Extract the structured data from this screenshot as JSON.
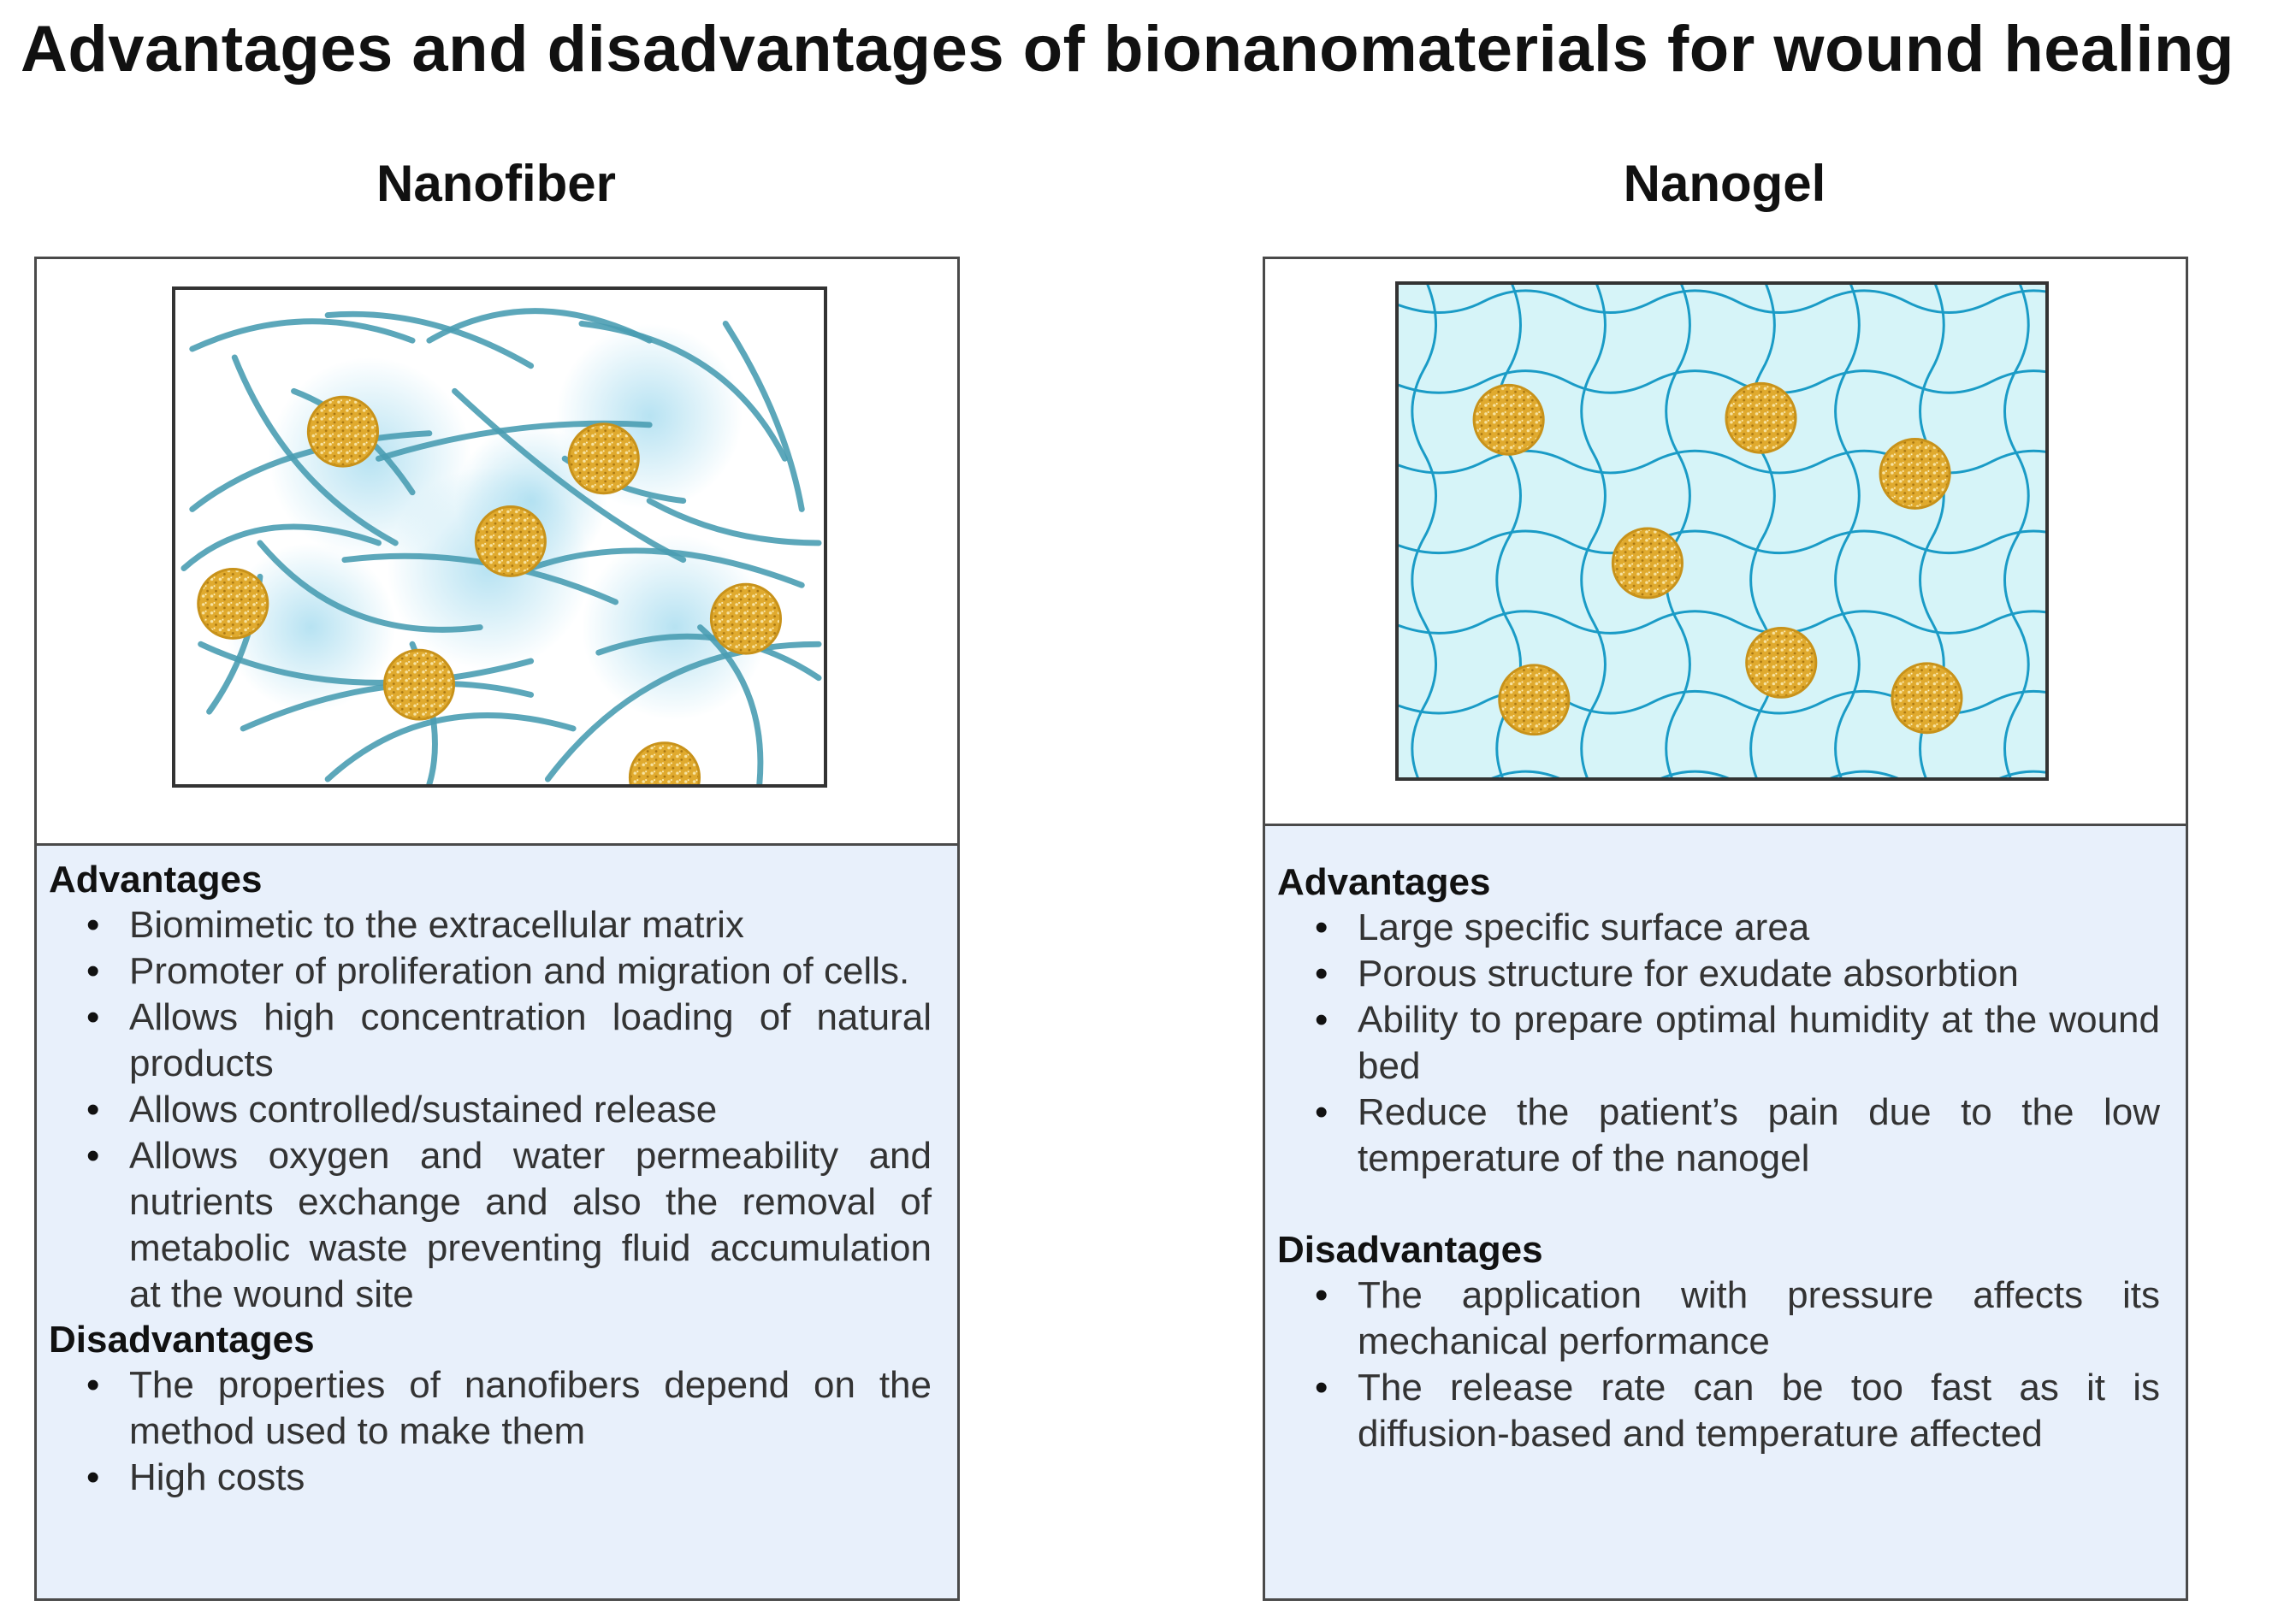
{
  "title": "Advantages and disadvantages of bionanomaterials for wound healing",
  "panels": [
    {
      "heading": "Nanofiber",
      "advantages_label": "Advantages",
      "advantages": [
        "Biomimetic to the extracellular matrix",
        "Promoter of proliferation and migration of cells.",
        "Allows high concentration loading of natural products",
        "Allows controlled/sustained release",
        "Allows oxygen and water permeability and nutrients exchange and also the removal of metabolic waste preventing fluid accumulation at the wound site"
      ],
      "disadvantages_label": "Disadvantages",
      "disadvantages": [
        "The properties of nanofibers depend on the method used to make them",
        "High costs"
      ]
    },
    {
      "heading": "Nanogel",
      "advantages_label": "Advantages",
      "advantages": [
        "Large specific surface area",
        "Porous structure for exudate absorbtion",
        "Ability to prepare optimal humidity at the wound bed",
        "Reduce the patient’s pain due to the low temperature of the nanogel"
      ],
      "disadvantages_label": "Disadvantages",
      "disadvantages": [
        "The application with pressure affects its mechanical performance",
        "The release rate can be too fast as it is diffusion-based and temperature affected"
      ]
    }
  ],
  "colors": {
    "fiber": "#4a9db3",
    "particle": "#d4a12a",
    "gel_bg": "#d6f4f8",
    "gel_line": "#1a9bc6",
    "text_bg": "#e8f0fb"
  }
}
